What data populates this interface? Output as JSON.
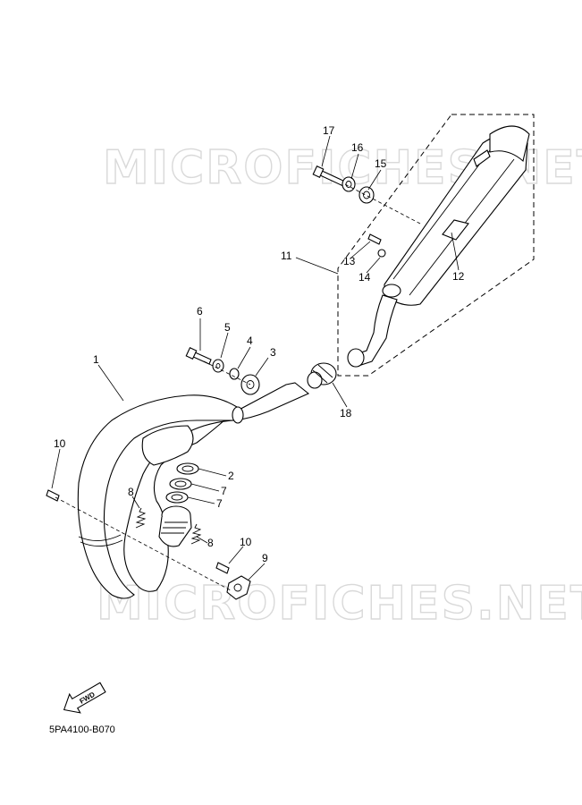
{
  "watermark": "MICROFICHES.NET",
  "diagram_code": "5PA4100-B070",
  "fwd_label": "FWD",
  "callouts": [
    "1",
    "2",
    "3",
    "4",
    "5",
    "6",
    "7",
    "7",
    "8",
    "8",
    "9",
    "10",
    "10",
    "11",
    "12",
    "13",
    "14",
    "15",
    "16",
    "17",
    "18"
  ]
}
